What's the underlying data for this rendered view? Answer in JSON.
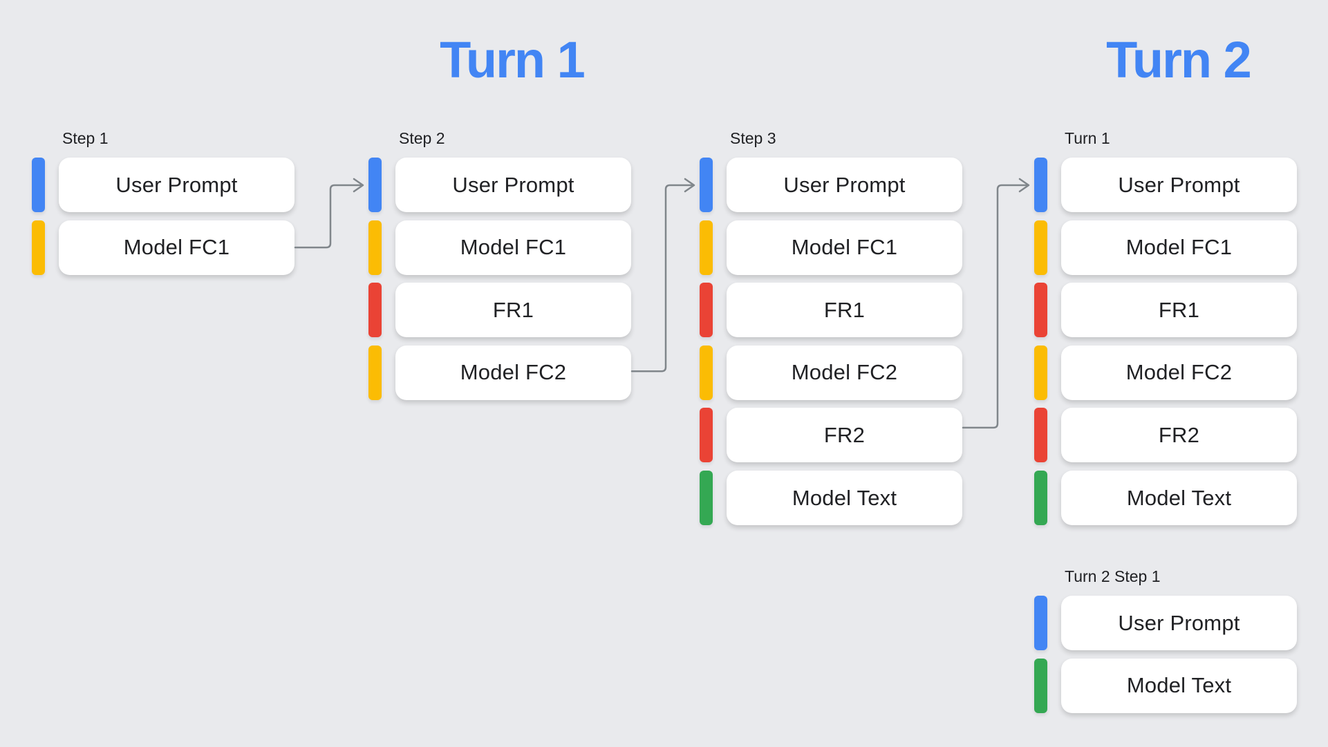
{
  "page": {
    "background": "#E9EAED"
  },
  "headings": {
    "turn1": "Turn 1",
    "turn2": "Turn 2"
  },
  "palette": {
    "heading_blue": "#4285F4",
    "blue": "#4285F4",
    "yellow": "#FBBC04",
    "red": "#EA4335",
    "green": "#34A853",
    "arrow_gray": "#80868B",
    "box_bg": "#FFFFFF",
    "text": "#202124"
  },
  "groups": [
    {
      "id": "step1",
      "label": "Step 1",
      "rows": [
        {
          "color": "blue",
          "text": "User Prompt"
        },
        {
          "color": "yellow",
          "text": "Model FC1"
        }
      ]
    },
    {
      "id": "step2",
      "label": "Step 2",
      "rows": [
        {
          "color": "blue",
          "text": "User Prompt"
        },
        {
          "color": "yellow",
          "text": "Model FC1"
        },
        {
          "color": "red",
          "text": "FR1"
        },
        {
          "color": "yellow",
          "text": "Model FC2"
        }
      ]
    },
    {
      "id": "step3",
      "label": "Step 3",
      "rows": [
        {
          "color": "blue",
          "text": "User Prompt"
        },
        {
          "color": "yellow",
          "text": "Model FC1"
        },
        {
          "color": "red",
          "text": "FR1"
        },
        {
          "color": "yellow",
          "text": "Model FC2"
        },
        {
          "color": "red",
          "text": "FR2"
        },
        {
          "color": "green",
          "text": "Model Text"
        }
      ]
    },
    {
      "id": "turn1",
      "label": "Turn 1",
      "rows": [
        {
          "color": "blue",
          "text": "User Prompt"
        },
        {
          "color": "yellow",
          "text": "Model FC1"
        },
        {
          "color": "red",
          "text": "FR1"
        },
        {
          "color": "yellow",
          "text": "Model FC2"
        },
        {
          "color": "red",
          "text": "FR2"
        },
        {
          "color": "green",
          "text": "Model Text"
        }
      ]
    },
    {
      "id": "turn2step1",
      "label": "Turn 2 Step 1",
      "rows": [
        {
          "color": "blue",
          "text": "User Prompt"
        },
        {
          "color": "green",
          "text": "Model Text"
        }
      ]
    }
  ],
  "arrows": [
    {
      "from_group": 0,
      "from_row": 1,
      "to_group": 1,
      "label": "step1-model-fc1-to-step2-user-prompt"
    },
    {
      "from_group": 1,
      "from_row": 3,
      "to_group": 2,
      "label": "step2-model-fc2-to-step3-user-prompt"
    },
    {
      "from_group": 2,
      "from_row": 4,
      "to_group": 3,
      "label": "step3-fr2-to-turn1-user-prompt"
    }
  ]
}
